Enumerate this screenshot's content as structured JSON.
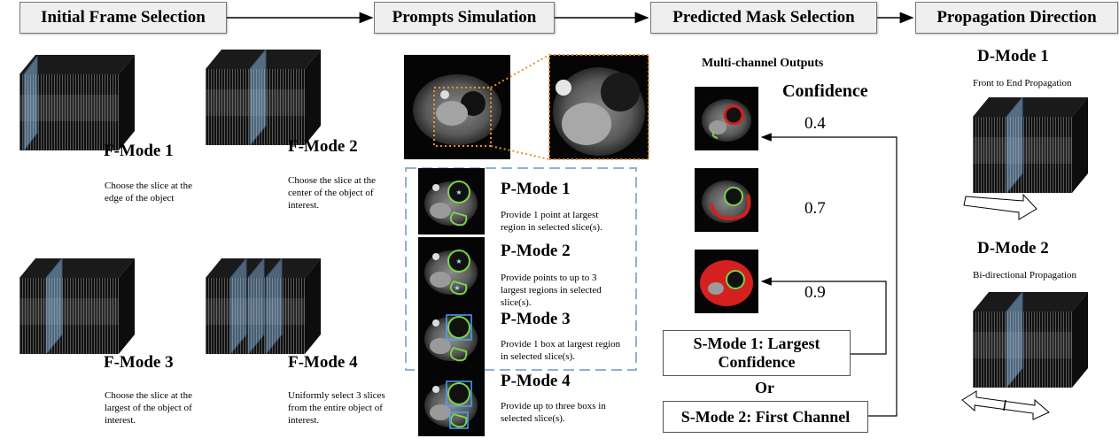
{
  "stages": [
    "Initial Frame Selection",
    "Prompts Simulation",
    "Predicted Mask Selection",
    "Propagation Direction"
  ],
  "frame_modes": [
    {
      "title": "F-Mode 1",
      "desc": "Choose the slice at the edge of the object"
    },
    {
      "title": "F-Mode 2",
      "desc": "Choose the slice at the center of the object of interest."
    },
    {
      "title": "F-Mode 3",
      "desc": "Choose the slice at the largest of the object of interest."
    },
    {
      "title": "F-Mode 4",
      "desc": "Uniformly select 3 slices from the entire object of interest."
    }
  ],
  "prompt_modes": [
    {
      "title": "P-Mode 1",
      "desc": "Provide 1 point at largest region in selected slice(s)."
    },
    {
      "title": "P-Mode 2",
      "desc": "Provide points to up to 3 largest regions in selected slice(s)."
    },
    {
      "title": "P-Mode 3",
      "desc": "Provide 1 box at largest region in selected slice(s)."
    },
    {
      "title": "P-Mode 4",
      "desc": "Provide up to three boxs in selected slice(s)."
    }
  ],
  "mask_selection": {
    "outputs_title": "Multi-channel Outputs",
    "confidence_title": "Confidence",
    "confidences": [
      "0.4",
      "0.7",
      "0.9"
    ],
    "s_mode_1": "S-Mode 1: Largest Confidence",
    "or_label": "Or",
    "s_mode_2": "S-Mode 2: First Channel"
  },
  "direction_modes": [
    {
      "title": "D-Mode 1",
      "desc": "Front to End Propagation"
    },
    {
      "title": "D-Mode 2",
      "desc": "Bi-directional Propagation"
    }
  ],
  "colors": {
    "box_fill": "#efefef",
    "dashed": "#8fb1d9",
    "zoom": "#e8902a",
    "mask_red": "#d61f1f",
    "mask_green": "#7bd14a"
  }
}
